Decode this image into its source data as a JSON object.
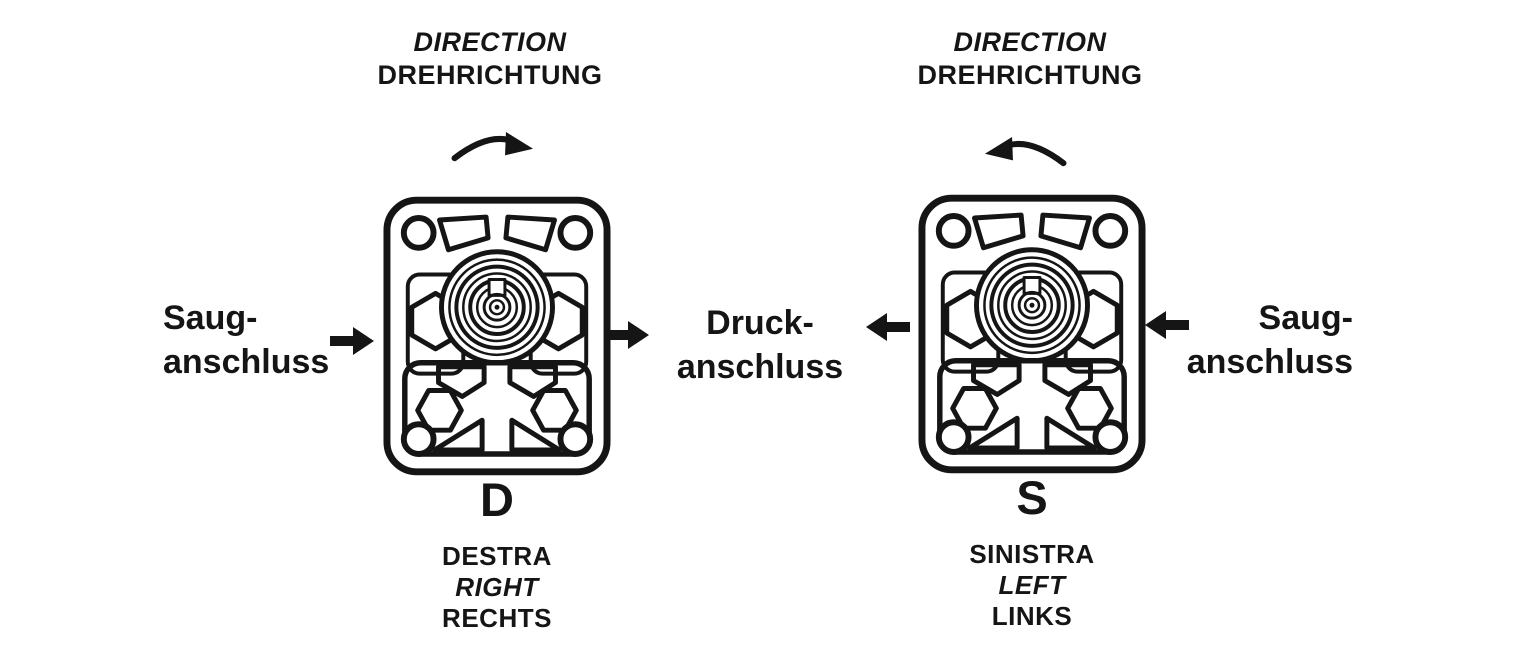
{
  "colors": {
    "ink": "#151515",
    "background": "#ffffff"
  },
  "left_assembly": {
    "direction_title_en": "DIRECTION",
    "direction_title_de": "DREHRICHTUNG",
    "rotation": "clockwise",
    "pump_letter": "D",
    "designation_it": "DESTRA",
    "designation_en": "RIGHT",
    "designation_de": "RECHTS"
  },
  "right_assembly": {
    "direction_title_en": "DIRECTION",
    "direction_title_de": "DREHRICHTUNG",
    "rotation": "counterclockwise",
    "pump_letter": "S",
    "designation_it": "SINISTRA",
    "designation_en": "LEFT",
    "designation_de": "LINKS"
  },
  "port_labels": {
    "suction_left_line1": "Saug-",
    "suction_left_line2": "anschluss",
    "pressure_center_line1": "Druck-",
    "pressure_center_line2": "anschluss",
    "suction_right_line1": "Saug-",
    "suction_right_line2": "anschluss"
  }
}
